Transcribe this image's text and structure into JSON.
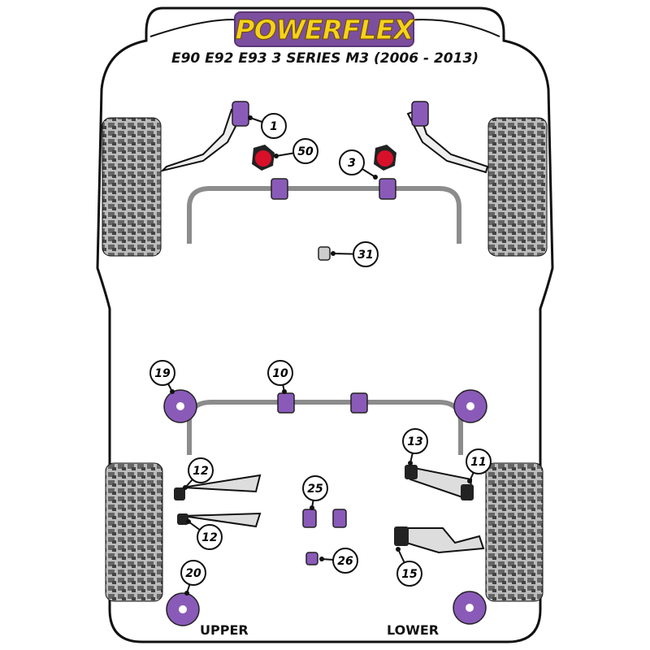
{
  "brand": {
    "logo_text": "POWERFLEX",
    "purple": "#7b4f9e",
    "yellow": "#f5d21a"
  },
  "title": "E90 E92 E93 3 SERIES M3 (2006 - 2013)",
  "callouts": [
    "1",
    "50",
    "3",
    "31",
    "19",
    "10",
    "13",
    "11",
    "12",
    "12",
    "25",
    "26",
    "20",
    "15"
  ],
  "labels": {
    "upper": "UPPER",
    "lower": "LOWER"
  },
  "colors": {
    "bushing": "#8a5ab8",
    "insert_red": "#d8102a",
    "bar": "#8c8c8c"
  }
}
